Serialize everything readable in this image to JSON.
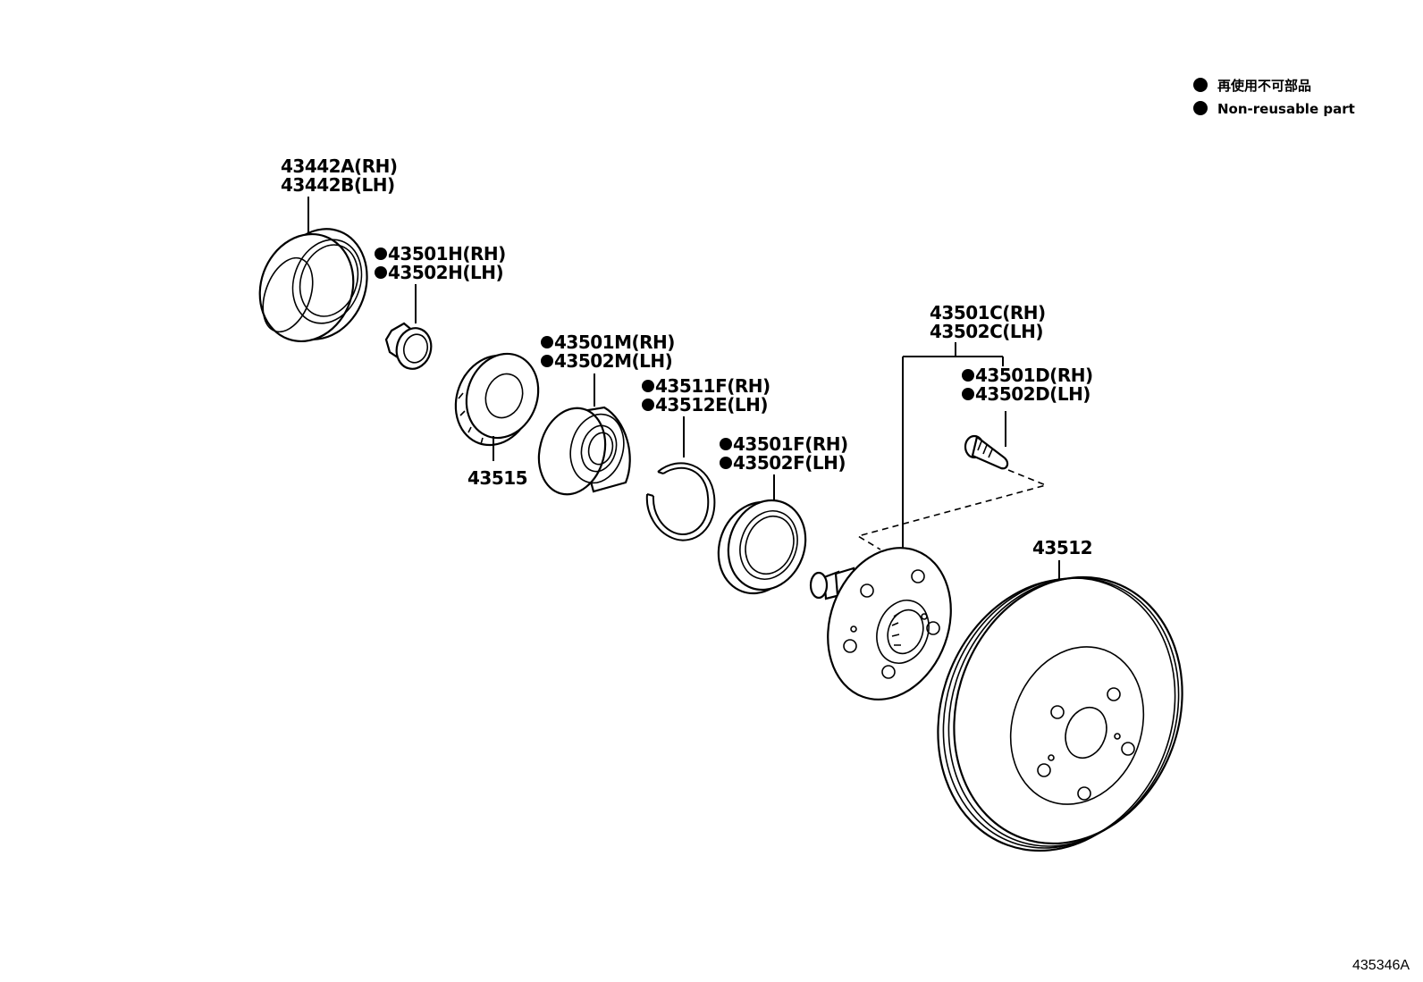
{
  "legend": {
    "jp": "再使用不可部品",
    "en": "Non-reusable part"
  },
  "diagram_code": "435346A",
  "callouts": {
    "dust_cover": {
      "line1": "43442A(RH)",
      "line2": "43442B(LH)"
    },
    "nut": {
      "line1": "43501H(RH)",
      "line2": "43502H(LH)"
    },
    "sensor_rotor": {
      "line1": "43515"
    },
    "bearing": {
      "line1": "43501M(RH)",
      "line2": "43502M(LH)"
    },
    "snap_ring": {
      "line1": "43511F(RH)",
      "line2": "43512E(LH)"
    },
    "oil_seal": {
      "line1": "43501F(RH)",
      "line2": "43502F(LH)"
    },
    "hub": {
      "line1": "43501C(RH)",
      "line2": "43502C(LH)"
    },
    "hub_bolt": {
      "line1": "43501D(RH)",
      "line2": "43502D(LH)"
    },
    "disc": {
      "line1": "43512"
    }
  }
}
